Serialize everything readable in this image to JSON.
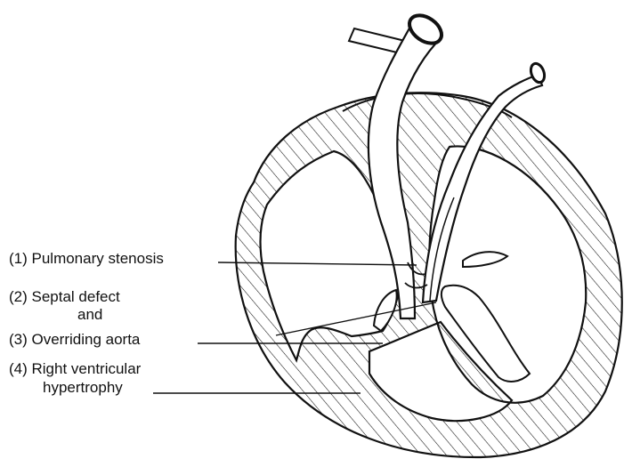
{
  "labels": {
    "pulmonary_stenosis": "(1) Pulmonary stenosis",
    "septal_defect": "(2) Septal defect",
    "and_word": "and",
    "overriding_aorta": "(3) Overriding aorta",
    "rv_hypertrophy_line1": "(4) Right ventricular",
    "rv_hypertrophy_line2": "hypertrophy"
  },
  "colors": {
    "ink": "#111111",
    "background": "#ffffff"
  }
}
